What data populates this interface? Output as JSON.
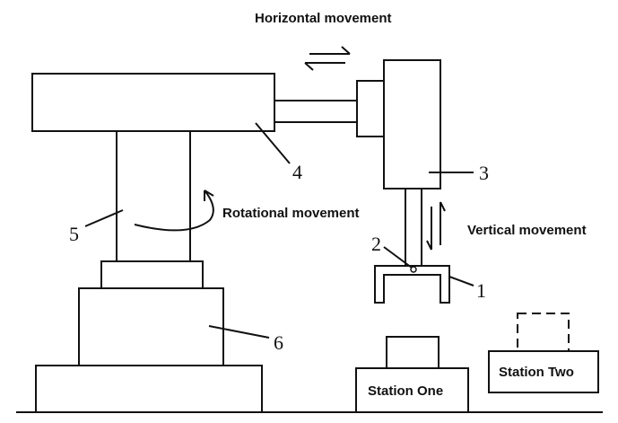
{
  "labels": {
    "horizontal": "Horizontal movement",
    "vertical": "Vertical movement",
    "rotational": "Rotational movement",
    "station_one": "Station One",
    "station_two": "Station Two"
  },
  "part_numbers": {
    "gripper": "1",
    "pin": "2",
    "vertical_unit": "3",
    "arm": "4",
    "column": "5",
    "base": "6"
  }
}
